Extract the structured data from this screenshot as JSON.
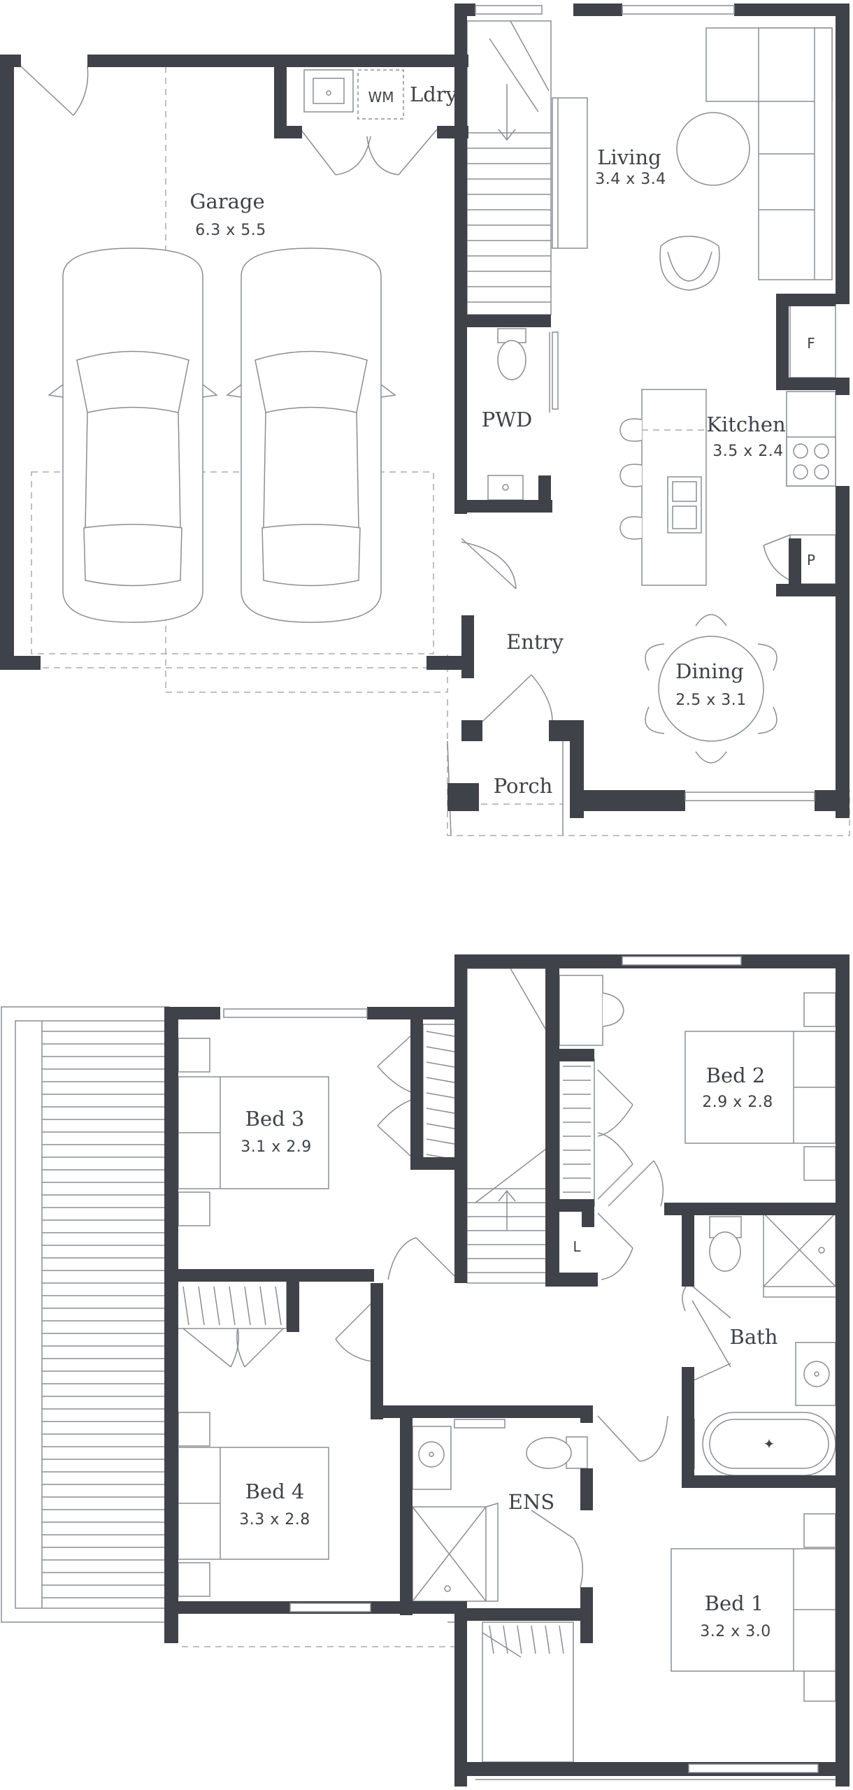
{
  "ground_floor": {
    "garage": {
      "name": "Garage",
      "size": "6.3 x 5.5"
    },
    "laundry": {
      "name": "Ldry",
      "washer": "WM"
    },
    "living": {
      "name": "Living",
      "size": "3.4 x 3.4"
    },
    "powder": {
      "name": "PWD"
    },
    "kitchen": {
      "name": "Kitchen",
      "size": "3.5 x 2.4",
      "fridge": "F",
      "pantry": "P"
    },
    "entry": {
      "name": "Entry"
    },
    "dining": {
      "name": "Dining",
      "size": "2.5 x 3.1"
    },
    "porch": {
      "name": "Porch"
    }
  },
  "first_floor": {
    "bed2": {
      "name": "Bed 2",
      "size": "2.9 x 2.8"
    },
    "bed3": {
      "name": "Bed 3",
      "size": "3.1 x 2.9"
    },
    "linen": {
      "name": "L"
    },
    "bath": {
      "name": "Bath"
    },
    "bed4": {
      "name": "Bed 4",
      "size": "3.3 x 2.8"
    },
    "ensuite": {
      "name": "ENS"
    },
    "bed1": {
      "name": "Bed 1",
      "size": "3.2 x 3.0"
    }
  }
}
